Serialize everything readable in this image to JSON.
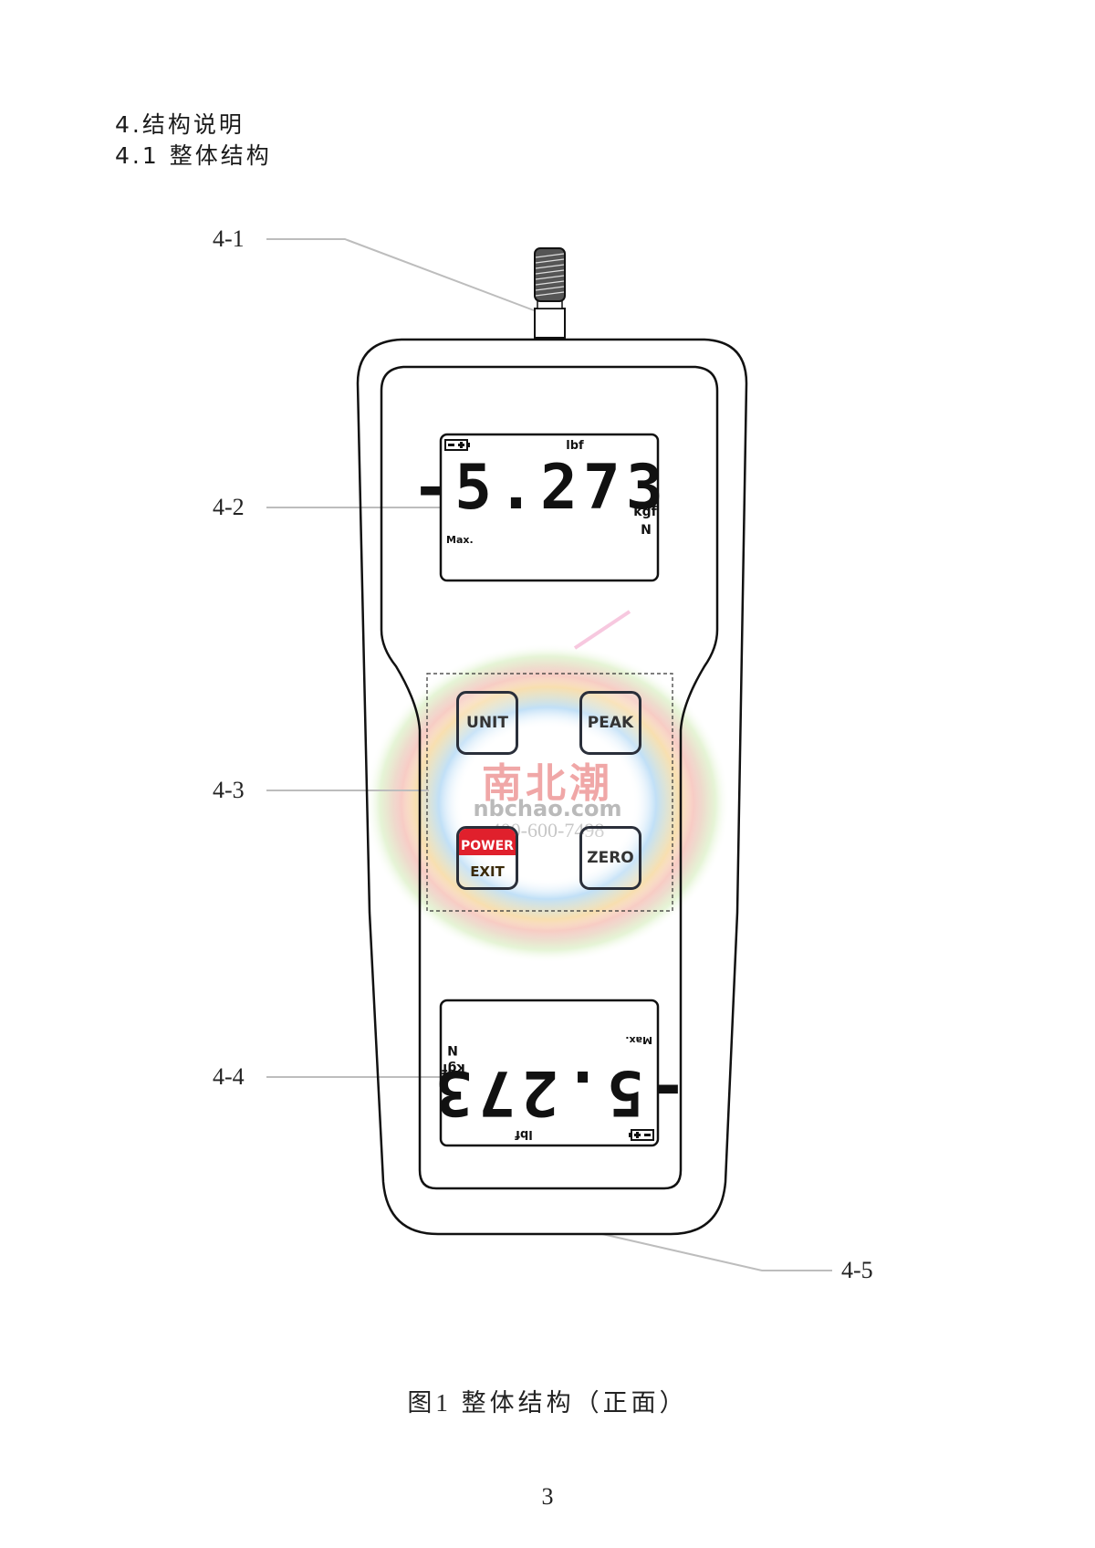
{
  "section": {
    "heading": "4.结构说明",
    "subheading": "4.1 整体结构"
  },
  "callouts": [
    {
      "id": "4-1",
      "label": "4-1",
      "target": "force sensor connector"
    },
    {
      "id": "4-2",
      "label": "4-2",
      "target": "upper LCD display"
    },
    {
      "id": "4-3",
      "label": "4-3",
      "target": "keypad"
    },
    {
      "id": "4-4",
      "label": "4-4",
      "target": "lower LCD display (inverted)"
    },
    {
      "id": "4-5",
      "label": "4-5",
      "target": "housing"
    }
  ],
  "display_top": {
    "reading": "-5.273",
    "battery_icon": "battery-icon",
    "unit_lbf": "lbf",
    "unit_kgf": "kgf",
    "unit_n": "N",
    "mode_max": "Max."
  },
  "display_bottom": {
    "reading": "-5.273",
    "rotated": "180deg",
    "battery_icon": "battery-icon",
    "unit_lbf": "lbf",
    "unit_kgf": "kgf",
    "unit_n": "N",
    "mode_max": "Max."
  },
  "keypad": {
    "unit": "UNIT",
    "peak": "PEAK",
    "power": "POWER",
    "exit": "EXIT",
    "zero": "ZERO"
  },
  "colors": {
    "power_button": "#e0202c",
    "outline": "#111111",
    "leader_line": "#bdbdbd"
  },
  "watermark": {
    "cn": "南北潮",
    "en": "nbchao.com",
    "tel": "400-600-7498"
  },
  "figure": {
    "caption": "图1 整体结构（正面）"
  },
  "page": {
    "number": "3"
  }
}
